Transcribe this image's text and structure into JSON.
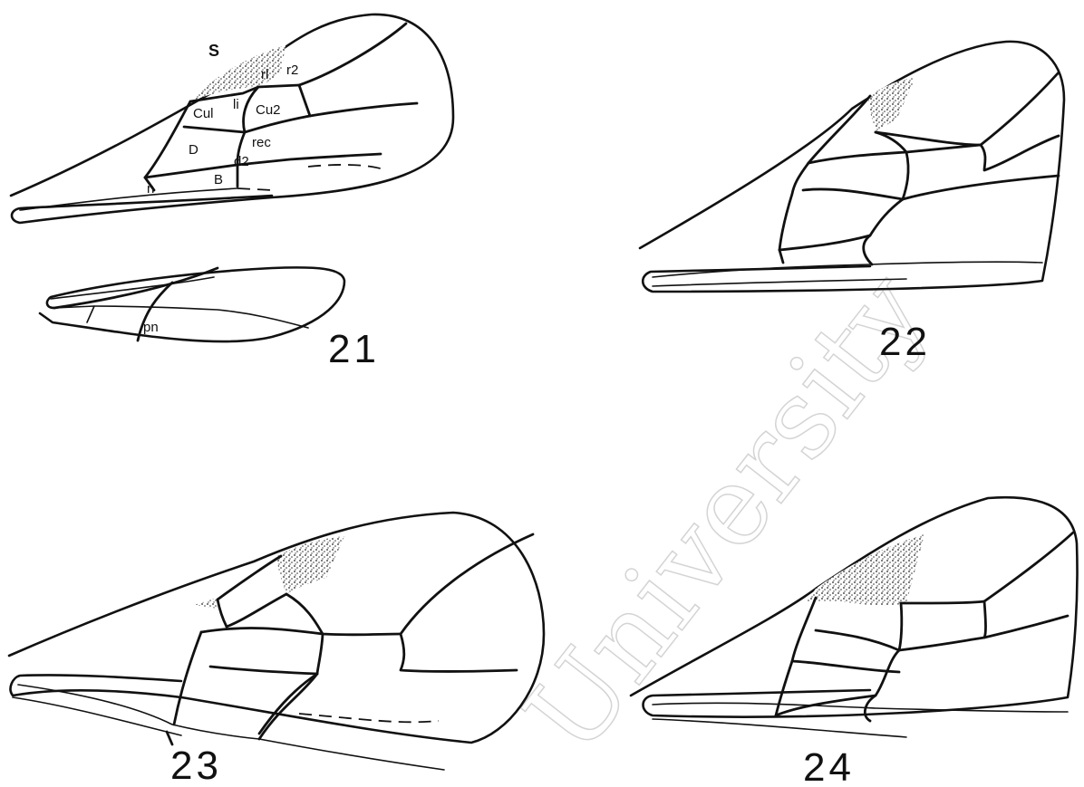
{
  "watermark": {
    "text": "University"
  },
  "figures": [
    {
      "number": "21",
      "labels": {
        "s": "S",
        "r1": "rl",
        "r2": "r2",
        "cu1": "Cul",
        "li": "li",
        "cu2": "Cu2",
        "rec": "rec",
        "d": "D",
        "d2": "d2",
        "b": "B",
        "n": "n",
        "pn": "pn"
      }
    },
    {
      "number": "22"
    },
    {
      "number": "23"
    },
    {
      "number": "24"
    }
  ]
}
